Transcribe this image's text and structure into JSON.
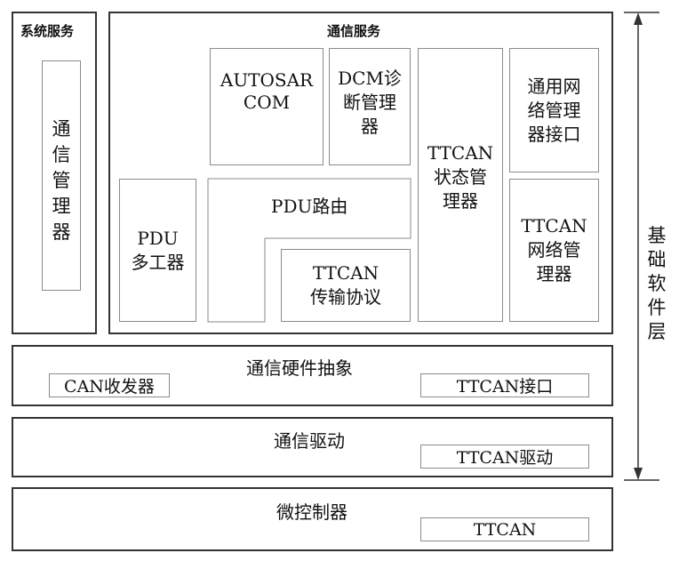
{
  "system_services": {
    "title": "系统服务",
    "comm_manager": "通\n信\n管\n理\n器"
  },
  "comm_services": {
    "title": "通信服务",
    "autosar_com": "AUTOSAR\nCOM",
    "dcm": "DCM诊\n断管理\n器",
    "ttcan_state": "TTCAN\n状态管\n理器",
    "general_nm": "通用网\n络管理\n器接口",
    "pdu_router": "PDU路由",
    "pdu_mux": "PDU\n多工器",
    "ttcan_tp": "TTCAN\n传输协议",
    "ttcan_nm": "TTCAN\n网络管\n理器"
  },
  "hw_abstraction": {
    "title": "通信硬件抽象",
    "can_transceiver": "CAN收发器",
    "ttcan_interface": "TTCAN接口"
  },
  "comm_drivers": {
    "title": "通信驱动",
    "ttcan_driver": "TTCAN驱动"
  },
  "microcontroller": {
    "title": "微控制器",
    "ttcan": "TTCAN"
  },
  "side_label": "基\n础\n软\n件\n层"
}
